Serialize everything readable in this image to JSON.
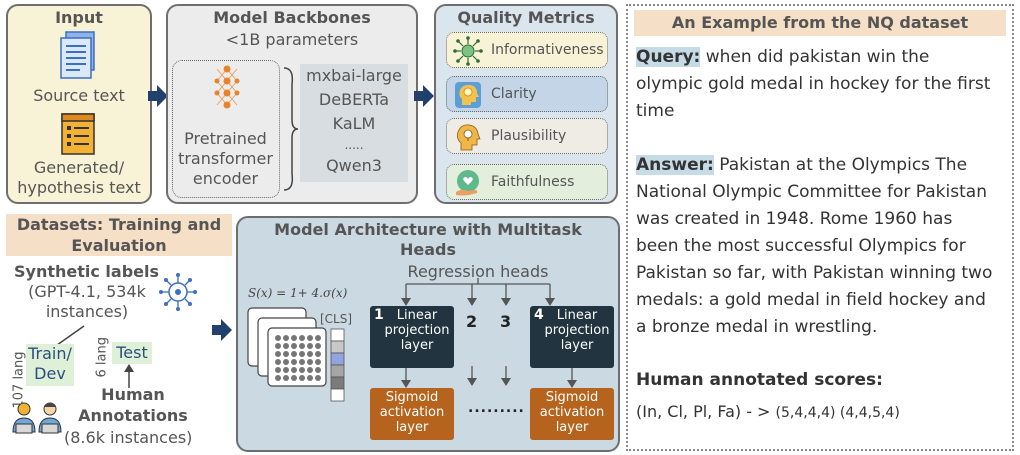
{
  "input": {
    "title": "Input",
    "source_text": "Source text",
    "generated_line1": "Generated/",
    "generated_line2": "hypothesis text"
  },
  "backbones": {
    "title": "Model Backbones",
    "subtitle": "<1B parameters",
    "encoder_line1": "Pretrained",
    "encoder_line2": "transformer",
    "encoder_line3": "encoder",
    "models": [
      "mxbai-large",
      "DeBERTa",
      "KaLM",
      ".....",
      "Qwen3"
    ]
  },
  "metrics": {
    "title": "Quality Metrics",
    "items": [
      {
        "label": "Informativeness",
        "bg": "#f8f2d6"
      },
      {
        "label": "Clarity",
        "bg": "#c3d5e6"
      },
      {
        "label": "Plausibility",
        "bg": "#efece6"
      },
      {
        "label": "Faithfulness",
        "bg": "#e4eedc"
      }
    ]
  },
  "datasets": {
    "title_line1": "Datasets: Training and",
    "title_line2": "Evaluation",
    "synthetic_title": "Synthetic labels",
    "synthetic_line1": "(GPT-4.1, 534k",
    "synthetic_line2": "instances)",
    "train_line1": "Train/",
    "train_line2": "Dev",
    "test": "Test",
    "lang_107": "107 lang",
    "lang_6": "6 lang",
    "human_line1": "Human",
    "human_line2": "Annotations",
    "human_line3": "(8.6k instances)"
  },
  "architecture": {
    "title_line1": "Model Architecture with Multitask",
    "title_line2": "Heads",
    "regression_heads": "Regression heads",
    "formula": "S(x) = 1+ 4.σ(x)",
    "cls": "[CLS]",
    "head_numbers": [
      "1",
      "2",
      "3",
      "4"
    ],
    "proj_line1": "Linear",
    "proj_line2": "projection",
    "proj_line3": "layer",
    "sig_line1": "Sigmoid",
    "sig_line2": "activation",
    "sig_line3": "layer",
    "dots": "........."
  },
  "example": {
    "title": "An Example from the NQ dataset",
    "query_label": "Query:",
    "query_lines": [
      " when did pakistan win the",
      "olympic gold medal in hockey for the first",
      "time"
    ],
    "answer_label": "Answer:",
    "answer_lines": [
      " Pakistan at the Olympics The",
      "National Olympic Committee for Pakistan",
      "was created in 1948. Rome 1960 has",
      "been the most successful Olympics for",
      "Pakistan so far, with Pakistan winning two",
      "medals: a gold medal in field hockey and",
      "a bronze medal in wrestling."
    ],
    "scores_title": "Human annotated scores:",
    "scores_prefix": "(In, Cl, Pl, Fa) - > ",
    "scores_values": "(5,4,4,4) (4,4,5,4)"
  },
  "colors": {
    "arrow": "#22406e",
    "highlight_blue": "#c5dbe6",
    "highlight_green": "#dff0d8",
    "title_orange": "#f6dfc7"
  }
}
